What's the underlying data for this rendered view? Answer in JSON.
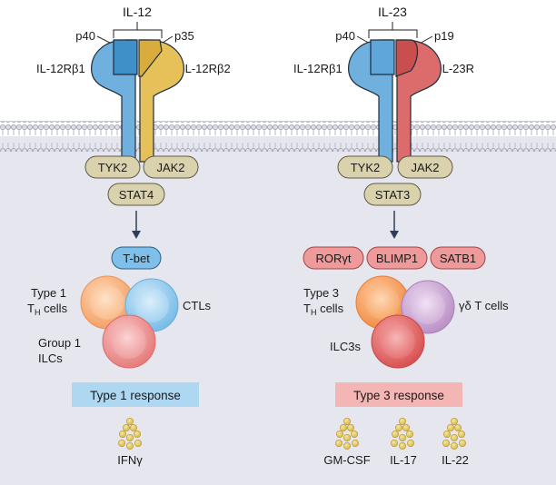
{
  "left_panel": {
    "cytokine": "IL-12",
    "subunit_a": "p40",
    "subunit_b": "p35",
    "receptor_a": "IL-12Rβ1",
    "receptor_b": "IL-12Rβ2",
    "kinase_a": "TYK2",
    "kinase_b": "JAK2",
    "stat": "STAT4",
    "transcription_factor": "T-bet",
    "cell_1_line1": "Type 1",
    "cell_1_line2_main": "T",
    "cell_1_line2_sub": "H",
    "cell_1_line2_rest": " cells",
    "cell_2": "CTLs",
    "cell_3_line1": "Group 1",
    "cell_3_line2": "ILCs",
    "response": "Type 1 response",
    "products": [
      "IFNγ"
    ]
  },
  "right_panel": {
    "cytokine": "IL-23",
    "subunit_a": "p40",
    "subunit_b": "p19",
    "receptor_a": "IL-12Rβ1",
    "receptor_b": "IL-23R",
    "kinase_a": "TYK2",
    "kinase_b": "JAK2",
    "stat": "STAT3",
    "transcription_factors": [
      "RORγt",
      "BLIMP1",
      "SATB1"
    ],
    "cell_1_line1": "Type 3",
    "cell_1_line2_main": "T",
    "cell_1_line2_sub": "H",
    "cell_1_line2_rest": " cells",
    "cell_2": "γδ T cells",
    "cell_3": "ILC3s",
    "response": "Type 3 response",
    "products": [
      "GM-CSF",
      "IL-17",
      "IL-22"
    ]
  },
  "colors": {
    "p40_blue": "#6fb0de",
    "p35_yellow": "#e6c15a",
    "p19_red": "#dc6b6b",
    "kinase_box": "#d9d2ad",
    "tbet_box": "#7fc0ea",
    "ror_box": "#ef9a9a",
    "type1_response": "#aed8f2",
    "type3_response": "#f4b5b5",
    "cytoplasm": "#e6e7ee",
    "granule": "#e3c65f"
  }
}
